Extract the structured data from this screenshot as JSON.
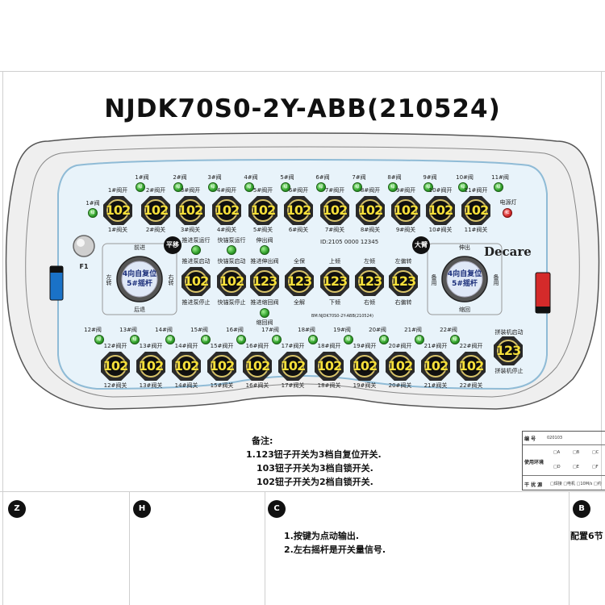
{
  "title": "NJDK70S0-2Y-ABB(210524)",
  "brand": "Decare",
  "serial": "ID:2105 0000 12345",
  "model_small": "BM:NJDK70S0-2Y-ABB(210524)",
  "power_led_label": "电源灯",
  "power_led_text": "红",
  "f1_label": "F1",
  "top_row": {
    "led_labels": [
      "1#阀",
      "2#阀",
      "3#阀",
      "4#阀",
      "5#阀",
      "6#阀",
      "7#阀",
      "8#阀",
      "9#阀",
      "10#阀",
      "11#阀"
    ],
    "led_text": "绿",
    "open_labels": [
      "1#阀开",
      "2#阀开",
      "3#阀开",
      "4#阀开",
      "5#阀开",
      "6#阀开",
      "7#阀开",
      "8#阀开",
      "9#阀开",
      "10#阀开",
      "11#阀开"
    ],
    "close_labels": [
      "1#阀关",
      "2#阀关",
      "3#阀关",
      "4#阀关",
      "5#阀关",
      "6#阀关",
      "7#阀关",
      "8#阀关",
      "9#阀关",
      "10#阀关",
      "11#阀关"
    ],
    "switch_value": "102"
  },
  "middle": {
    "left_joystick": {
      "top": "前进",
      "bottom": "后退",
      "left": "左转",
      "right": "右转",
      "center": "4向自复位\n5#摇杆",
      "badge": "平移"
    },
    "right_joystick": {
      "top": "伸出",
      "bottom": "缩回",
      "left": "备用",
      "right": "备用",
      "center": "4向自复位\n5#摇杆",
      "badge": "大臂"
    },
    "switches": [
      {
        "value": "102",
        "led": "推进泵运行",
        "top": "推进泵启动",
        "bottom": "推进泵停止"
      },
      {
        "value": "102",
        "led": "快锚泵运行",
        "top": "快锚泵启动",
        "bottom": "快锚泵停止"
      },
      {
        "value": "123",
        "led": "伸出阀",
        "top": "推进伸出阀",
        "bottom": "推进缩回阀",
        "led2": "缩回阀"
      },
      {
        "value": "123",
        "led": "",
        "top": "全保",
        "bottom": "全解"
      },
      {
        "value": "123",
        "led": "",
        "top": "上倾",
        "bottom": "下倾"
      },
      {
        "value": "123",
        "led": "",
        "top": "左倾",
        "bottom": "右倾"
      },
      {
        "value": "123",
        "led": "",
        "top": "左偏转",
        "bottom": "右偏转"
      }
    ]
  },
  "bottom_row": {
    "led_labels": [
      "12#阀",
      "13#阀",
      "14#阀",
      "15#阀",
      "16#阀",
      "17#阀",
      "18#阀",
      "19#阀",
      "20#阀",
      "21#阀",
      "22#阀"
    ],
    "led_text": "绿",
    "open_labels": [
      "12#阀开",
      "13#阀开",
      "14#阀开",
      "15#阀开",
      "16#阀开",
      "17#阀开",
      "18#阀开",
      "19#阀开",
      "20#阀开",
      "21#阀开",
      "22#阀开"
    ],
    "close_labels": [
      "12#阀关",
      "13#阀关",
      "14#阀关",
      "15#阀关",
      "16#阀关",
      "17#阀关",
      "18#阀关",
      "19#阀关",
      "20#阀关",
      "21#阀关",
      "22#阀关"
    ],
    "switch_value": "102",
    "assembly": {
      "value": "123",
      "top": "拼装机启动",
      "bottom": "拼装机停止"
    }
  },
  "notes": {
    "heading": "备注:",
    "lines": [
      "1.123钮子开关为3档自复位开关.",
      "103钮子开关为3档自锁开关.",
      "102钮子开关为2档自锁开关."
    ]
  },
  "spec_table": {
    "row1_key": "编    号",
    "row1_val": "020103",
    "row2_key": "使用环境",
    "row2_opts": [
      "□A",
      "□B",
      "□C",
      "□D",
      "□E",
      "□F"
    ],
    "row3_key": "干 扰 源",
    "row3_val": "□焊接 □电机 □10M/s □约"
  },
  "sections": [
    {
      "letter": "Z"
    },
    {
      "letter": "H"
    },
    {
      "letter": "C",
      "lines": [
        "1.按键为点动输出.",
        "2.左右摇杆是开关量信号."
      ]
    },
    {
      "letter": "B",
      "text": "配置6节"
    }
  ],
  "colors": {
    "shell": "#eeeeee",
    "panel": "#e6f3fb",
    "panel_border": "#9cc7e0",
    "led_green": "#2f9f2a",
    "switch_number": "#f5df3a",
    "side_blue": "#1a72c7",
    "side_red": "#d42a2a"
  }
}
